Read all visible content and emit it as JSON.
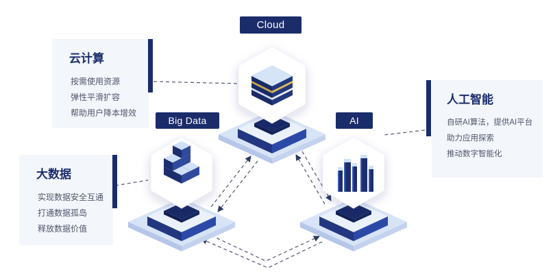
{
  "nodes": {
    "cloud": {
      "label": "Cloud"
    },
    "bigdata": {
      "label": "Big Data"
    },
    "ai": {
      "label": "AI"
    }
  },
  "panels": {
    "cloud": {
      "title": "云计算",
      "lines": [
        "按需使用资源",
        "弹性平滑扩容",
        "帮助用户降本增效"
      ]
    },
    "bigdata": {
      "title": "大数据",
      "lines": [
        "实现数据安全互通",
        "打通数据孤岛",
        "释放数据价值"
      ]
    },
    "ai": {
      "title": "人工智能",
      "lines": [
        "自研AI算法，提供AI平台",
        "助力应用探索",
        "推动数字智能化"
      ]
    }
  },
  "icons": {
    "cloud": "layered-cube-stack-icon",
    "bigdata": "cube-cluster-icon",
    "ai": "vertical-bars-icon"
  },
  "colors": {
    "navy": "#1b2c6b",
    "accent_blue": "#2d49a8",
    "gold": "#d9b64a",
    "light_blue": "#cfe0f7",
    "panel_bg": "#f3f6fa",
    "body_text": "#50566b",
    "connector": "#5a6076"
  }
}
